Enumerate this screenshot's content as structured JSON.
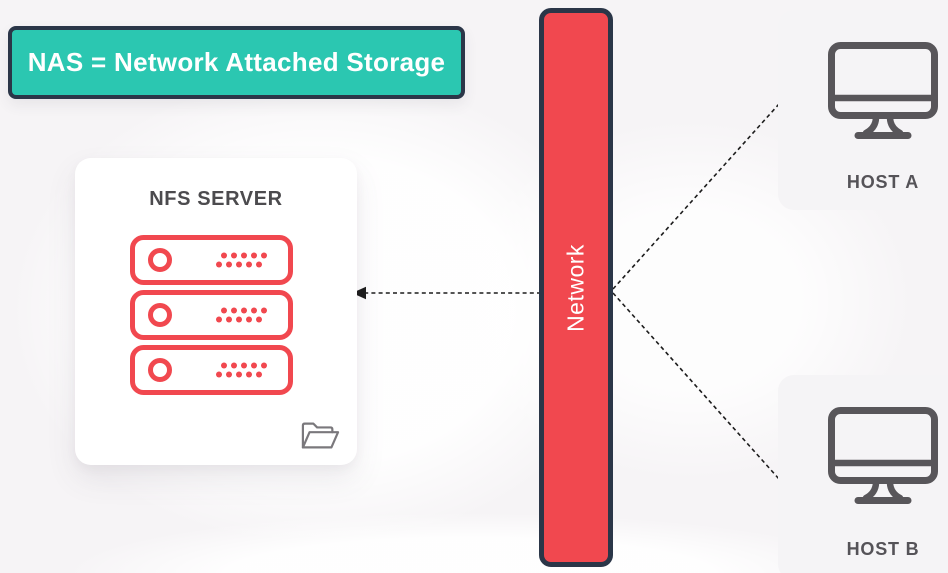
{
  "colors": {
    "teal": "#2BC7B1",
    "red": "#F1484F",
    "navy": "#2B3648",
    "ink": "#1C1C1C",
    "icon_gray": "#58565A",
    "folder_gray": "#7A787C",
    "heading_gray": "#4C4B4E",
    "host_label_gray": "#555358",
    "card_white": "#FFFFFF",
    "host_card_gray": "#F5F4F6",
    "background": "#F6F4F6"
  },
  "banner": {
    "label": "NAS = Network Attached Storage"
  },
  "nfs_server": {
    "title": "NFS SERVER",
    "server_units": 3
  },
  "network": {
    "label": "Network"
  },
  "hosts": [
    {
      "label": "HOST A"
    },
    {
      "label": "HOST B"
    }
  ],
  "connections": [
    {
      "from": "Network",
      "to": "NFS SERVER",
      "type": "dashed-arrow"
    },
    {
      "from": "Network",
      "to": "HOST A",
      "type": "dashed-line"
    },
    {
      "from": "Network",
      "to": "HOST B",
      "type": "dashed-line"
    }
  ],
  "icons": {
    "server_stack": "server-stack-icon",
    "folder": "open-folder-icon",
    "monitor": "monitor-icon"
  }
}
